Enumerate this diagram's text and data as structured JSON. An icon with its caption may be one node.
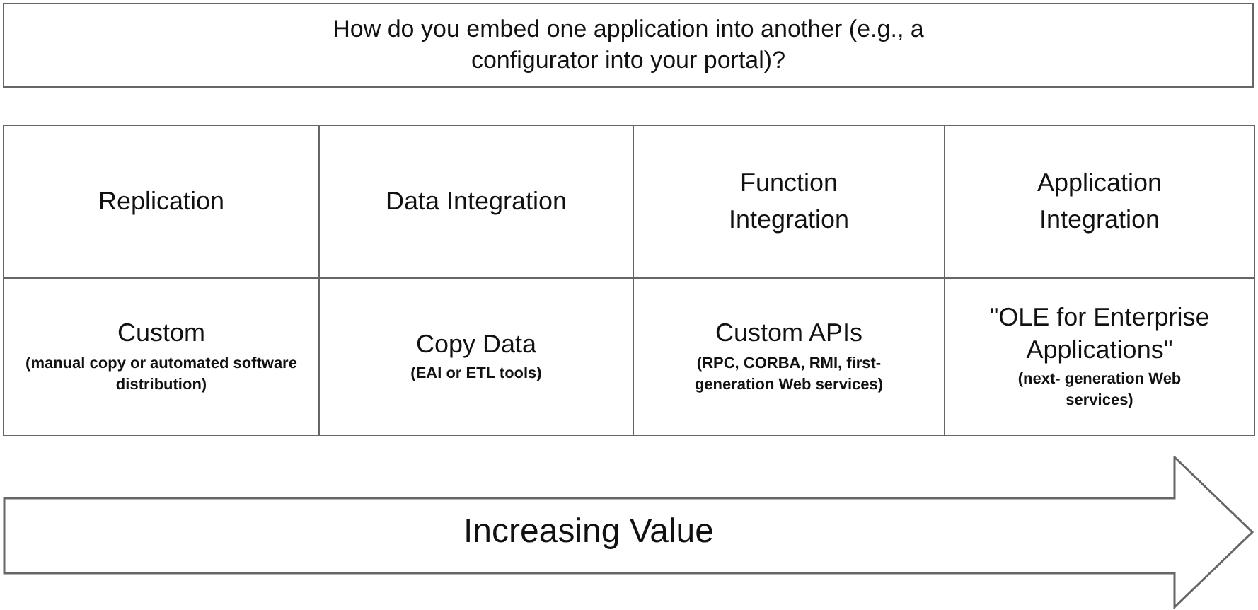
{
  "diagram": {
    "nodes": [
      {
        "text": [
          "How do you embed one application into another (e.g., a configurator into your portal)?"
        ]
      },
      {
        "text": [
          "Increasing Value"
        ]
      }
    ],
    "edges": [],
    "labels": [
      "Replication",
      "Data Integration",
      "Function Integration",
      "Application Integration",
      "Custom",
      "(manual copy or automated software distribution)",
      "Copy Data",
      "(EAI or ETL tools)",
      "Custom APIs",
      "(RPC, CORBA, RMI, first- generation Web services)",
      "\"OLE for Enterprise Applications\"",
      "(next- generation Web services)"
    ]
  }
}
